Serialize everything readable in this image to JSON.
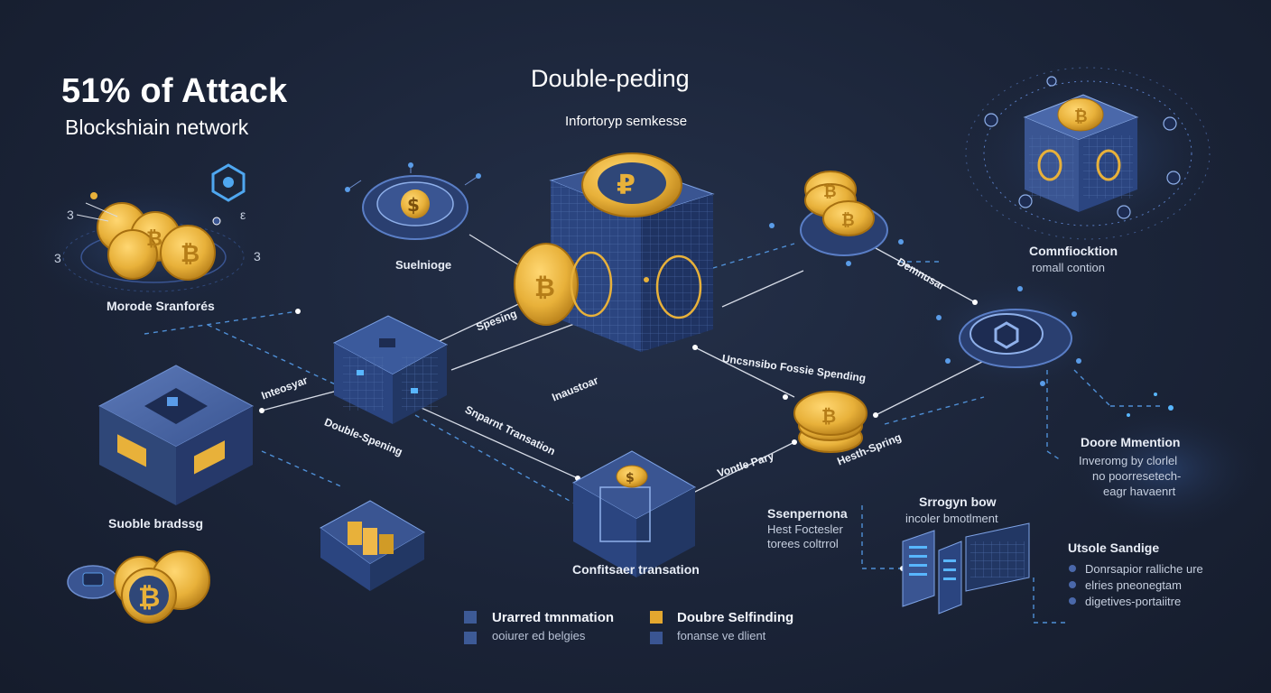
{
  "header": {
    "title": "51% of Attack",
    "subtitle": "Blockshiain  network"
  },
  "center_header": {
    "title": "Double-peding",
    "subtitle": "Infortoryp semkesse"
  },
  "nodes": {
    "left_coins": {
      "label": "Morode Sranforés",
      "marks": [
        "3",
        "3",
        "ε",
        "3"
      ]
    },
    "left_block": {
      "label": "Suoble bradssg"
    },
    "top_ring": {
      "label": "Suelnioge"
    },
    "right_top_cube": {
      "label": "Comnfiocktion",
      "sub": "romall contion"
    },
    "right_panel": {
      "label": "Doore Mmention",
      "lines": [
        "Inveromg by clorlel",
        "no poorresetech-",
        "eagr havaenrt"
      ]
    },
    "bottom_block": {
      "label": "Confitsaer transation"
    },
    "note_center_right": {
      "label": "Ssenpernona",
      "lines": [
        "Hest Foctesler",
        "torees coltrrol"
      ]
    },
    "server": {
      "label": "Srrogyn bow",
      "sub": "incoler bmotlment"
    },
    "usage": {
      "label": "Utsole Sandige",
      "items": [
        "Donrsapior ralliche ure",
        "elries pneonegtam",
        "digetives-portaiitre"
      ]
    }
  },
  "connector_labels": {
    "minograr": "Inteosyar",
    "double_spending": "Double-Spening",
    "spending": "Spesing",
    "inaustoar": "Inaustoar",
    "snparnt_transation": "Snparnt Transation",
    "unconsibs": "Uncsnsibo Fossie Spending",
    "demnusar": "Demnusar",
    "vontle_pary": "Vontle Pary",
    "heth_sprinng": "Hesth-Spring"
  },
  "legend": [
    {
      "title": "Urarred tmnmation",
      "sub": "ooiurer ed belgies",
      "color": "#3d5a96"
    },
    {
      "title": "Doubre Selfinding",
      "sub": "fonanse ve dlient",
      "color": "#e3a72f"
    }
  ],
  "colors": {
    "background": "#1b2438",
    "block_blue": "#3a5592",
    "coin_gold": "#e8b13a",
    "accent_cyan": "#58b6ff",
    "line": "#d6dbe6"
  }
}
